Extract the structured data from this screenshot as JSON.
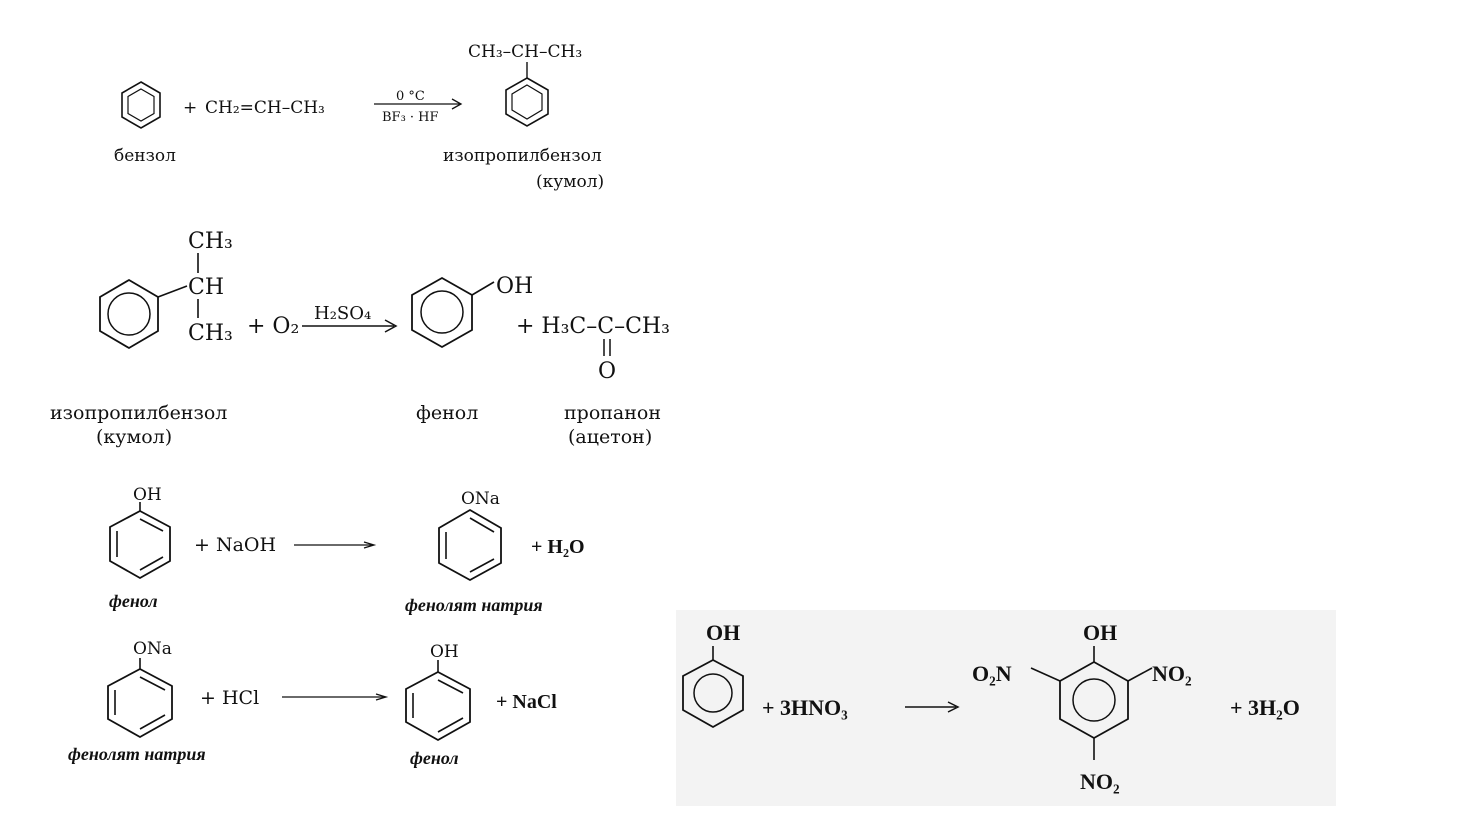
{
  "reaction1": {
    "plus1": "+",
    "propylene": "CH₂=CH–CH₃",
    "arrow_top": "0 °C",
    "arrow_bottom": "BF₃ · HF",
    "product_substituent": "CH₃–CH–CH₃",
    "reactant_label": "бензол",
    "product_label_1": "изопропилбензол",
    "product_label_2": "(кумол)"
  },
  "reaction2": {
    "ch3_top": "CH₃",
    "ch_mid": "CH",
    "ch3_bottom": "CH₃",
    "plus_o2": "+ O₂",
    "catalyst": "H₂SO₄",
    "phenol_oh": "OH",
    "acetone_chain": "+ H₃C–C–CH₃",
    "acetone_o": "O",
    "cumene_label_1": "изопропилбензол",
    "cumene_label_2": "(кумол)",
    "phenol_label": "фенол",
    "acetone_label_1": "пропанон",
    "acetone_label_2": "(ацетон)"
  },
  "reaction3": {
    "oh": "OH",
    "plus_naoh": "+ NaOH",
    "ona": "ONa",
    "plus_water": "+  H₂O",
    "phenol_label": "фенол",
    "phenolate_label": "фенолят натрия"
  },
  "reaction4": {
    "ona": "ONa",
    "plus_hcl": "+ HCl",
    "oh": "OH",
    "plus_nacl": "+  NaCl",
    "phenolate_label": "фенолят натрия",
    "phenol_label": "фенол"
  },
  "reaction5": {
    "oh_left": "OH",
    "plus_acid": "+ 3HNO₃",
    "oh_right": "OH",
    "no2_left": "O₂N",
    "no2_right": "NO₂",
    "no2_bottom": "NO₂",
    "plus_water": "+ 3H₂O"
  }
}
